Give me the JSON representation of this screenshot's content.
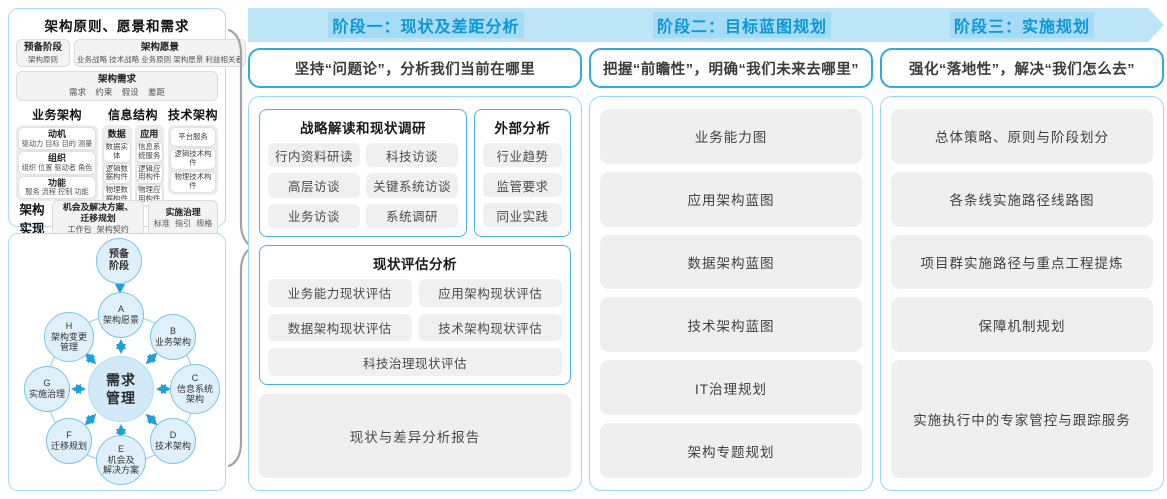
{
  "colors": {
    "banner_bg": "#bee4f8",
    "banner_text": "#0e97d7",
    "accent_border": "#31a9e2",
    "bluebox_border": "#49b1e5",
    "container_border": "#9ed6f2",
    "chip_bg": "#f0f0f0",
    "node_fill": "#dff0fa",
    "node_stroke": "#7cc5eb",
    "arrow": "#1f9fdb"
  },
  "left_panel": {
    "title": "架构原则、愿景和需求",
    "prep_title": "预备阶段",
    "prep_sub": "架构原则",
    "vision_title": "架构愿景",
    "vision_sub": "业务战略 技术战略 业务原则 架构愿景 利益相关者",
    "req_title": "架构需求",
    "req_sub": "需求 约束 假设 差距",
    "business": {
      "title": "业务架构",
      "items": [
        {
          "t": "动机",
          "s": "驱动力 目标 目的 测量"
        },
        {
          "t": "组织",
          "s": "组织 位置 驱动者 角色"
        },
        {
          "t": "功能",
          "s": "服务 流程 控制 功能"
        }
      ]
    },
    "info": {
      "title": "信息结构",
      "data_title": "数据",
      "data_items": [
        "数据实体",
        "逻辑数据构件",
        "物理数据构件"
      ],
      "app_title": "应用",
      "app_items": [
        "信息系统服务",
        "逻辑应用构件",
        "物理应用构件"
      ]
    },
    "tech": {
      "title": "技术架构",
      "items": [
        "平台服务",
        "逻辑技术构件",
        "物理技术构件"
      ]
    },
    "impl": {
      "label": "架构\n实现",
      "box1_title": "机会及解决方案、\n迁移规划",
      "box1_sub": "工作包 架构契约",
      "box2_title": "实施治理",
      "box2_sub": "标准 指引 规格"
    }
  },
  "adm": {
    "prep": "预备\n阶段",
    "center": "需求\n管理",
    "a": "A\n架构愿景",
    "b": "B\n业务架构",
    "c": "C\n信息系统\n架构",
    "d": "D\n技术架构",
    "e": "E\n机会及\n解决方案",
    "f": "F\n迁移规划",
    "g": "G\n实施治理",
    "h": "H\n架构变更\n管理"
  },
  "phase1": {
    "banner": "阶段一：现状及差距分析",
    "subtitle": "坚持“问题论”，分析我们当前在哪里",
    "strategy": {
      "title": "战略解读和现状调研",
      "items": [
        "行内资料研读",
        "科技访谈",
        "高层访谈",
        "关键系统访谈",
        "业务访谈",
        "系统调研"
      ]
    },
    "external": {
      "title": "外部分析",
      "items": [
        "行业趋势",
        "监管要求",
        "同业实践"
      ]
    },
    "assessment": {
      "title": "现状评估分析",
      "items": [
        "业务能力现状评估",
        "应用架构现状评估",
        "数据架构现状评估",
        "技术架构现状评估"
      ],
      "full": "科技治理现状评估"
    },
    "report": "现状与差异分析报告"
  },
  "phase2": {
    "banner": "阶段二：目标蓝图规划",
    "subtitle": "把握“前瞻性”，明确“我们未来去哪里”",
    "items": [
      "业务能力图",
      "应用架构蓝图",
      "数据架构蓝图",
      "技术架构蓝图",
      "IT治理规划",
      "架构专题规划"
    ]
  },
  "phase3": {
    "banner": "阶段三：实施规划",
    "subtitle": "强化“落地性”，解决“我们怎么去”",
    "items": [
      "总体策略、原则与阶段划分",
      "各条线实施路径线路图",
      "项目群实施路径与重点工程提炼",
      "保障机制规划",
      "实施执行中的专家管控与跟踪服务"
    ]
  }
}
